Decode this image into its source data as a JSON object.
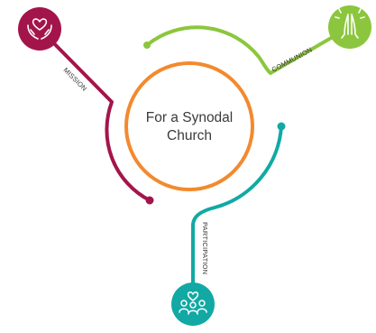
{
  "center": {
    "line1": "For a Synodal",
    "line2": "Church"
  },
  "branches": [
    {
      "id": "mission",
      "label": "MISSION",
      "icon": "hands-heart-icon",
      "color": "#a3154a"
    },
    {
      "id": "communion",
      "label": "COMMUNION",
      "icon": "praying-hands-icon",
      "color": "#8cc63e"
    },
    {
      "id": "participation",
      "label": "PARTICIPATION",
      "icon": "people-heart-icon",
      "color": "#12a9a4"
    }
  ],
  "colors": {
    "center_ring": "#f28a2e",
    "background": "#ffffff"
  }
}
